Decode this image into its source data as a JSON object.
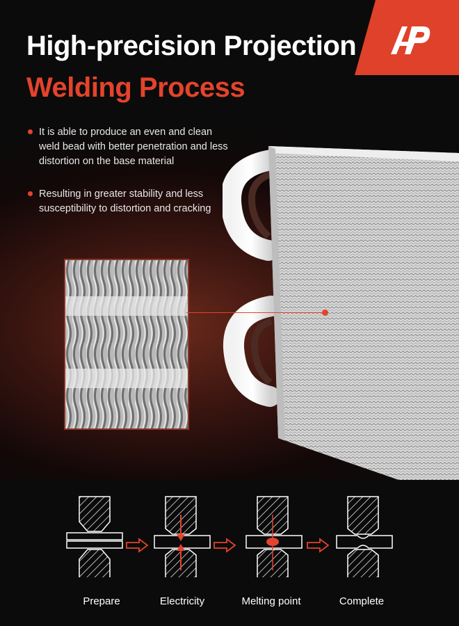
{
  "header": {
    "title_line1": "High-precision Projection",
    "title_line2": "Welding Process"
  },
  "brand": {
    "logo_icon": "a-premium-logo-icon",
    "accent_color": "#e4432c"
  },
  "bullets": [
    {
      "text": "It is able to produce an even and clean weld bead with better penetration and less distortion on the base material"
    },
    {
      "text": "Resulting in greater stability and less susceptibility to distortion and cracking"
    }
  ],
  "process": {
    "steps": [
      {
        "label": "Prepare",
        "icon": "prepare-weld-icon"
      },
      {
        "label": "Electricity",
        "icon": "electricity-weld-icon"
      },
      {
        "label": "Melting point",
        "icon": "melting-point-weld-icon"
      },
      {
        "label": "Complete",
        "icon": "complete-weld-icon"
      }
    ],
    "arrow_icon": "arrow-right-icon"
  }
}
